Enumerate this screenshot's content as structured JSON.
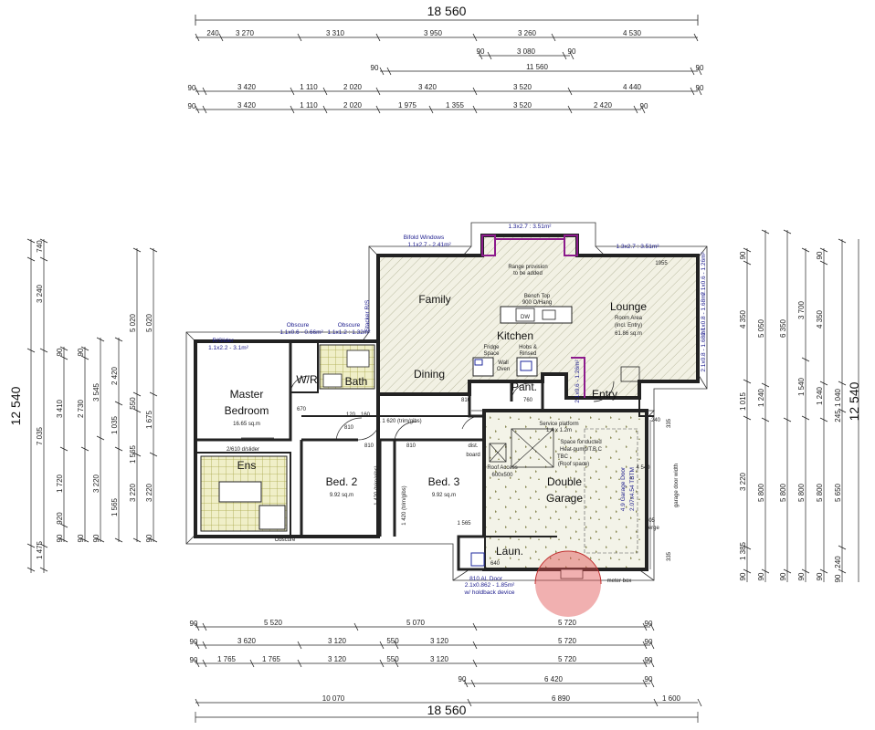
{
  "overall": {
    "width": "18 560",
    "depth": "12 540"
  },
  "top_rows": [
    [
      "240",
      "3 270",
      "3 310",
      "3 950",
      "3 260",
      "4 530"
    ],
    [
      "90",
      "3 080",
      "90"
    ],
    [
      "90",
      "11 560",
      "90"
    ],
    [
      "90",
      "3 420",
      "1 110",
      "2 020",
      "3 420",
      "3 520",
      "4 440",
      "90"
    ],
    [
      "90",
      "3 420",
      "1 110",
      "2 020",
      "1 975",
      "1 355",
      "3 520",
      "2 420",
      "90"
    ]
  ],
  "bottom_rows": [
    [
      "90",
      "5 520",
      "5 070",
      "5 720",
      "90"
    ],
    [
      "90",
      "3 620",
      "3 120",
      "550",
      "3 120",
      "5 720",
      "90"
    ],
    [
      "90",
      "1 765",
      "1 765",
      "3 120",
      "550",
      "3 120",
      "5 720",
      "90"
    ],
    [
      "90",
      "6 420",
      "90"
    ],
    [
      "10 070",
      "6 890",
      "1 600"
    ]
  ],
  "left_cols": [
    [
      "740",
      "3 240",
      "7 035",
      "1 475"
    ],
    [
      "90",
      "3 410",
      "1 720",
      "90"
    ],
    [
      "90",
      "2 730",
      "920",
      "90"
    ],
    [
      "3 545",
      "3 220",
      "90"
    ],
    [
      "2 420",
      "1 035",
      "1 565"
    ],
    [
      "5 020",
      "550",
      "1 565",
      "3 220"
    ],
    [
      "5 020",
      "1 675",
      "3 220",
      "90"
    ]
  ],
  "right_cols": [
    [
      "90",
      "4 350",
      "1 015",
      "3 220",
      "1 385",
      "90"
    ],
    [
      "5 050",
      "1 240",
      "5 800",
      "90"
    ],
    [
      "6 350",
      "5 800",
      "90"
    ],
    [
      "3 700",
      "1 540",
      "5 800",
      "90"
    ],
    [
      "90",
      "4 350",
      "1 240",
      "5 800",
      "90"
    ],
    [
      "1 040",
      "245",
      "5 650",
      "240",
      "90"
    ]
  ],
  "rooms": {
    "family": "Family",
    "lounge": "Lounge",
    "lounge_sub": "Room Area",
    "lounge_sub2": "(incl. Entry)",
    "lounge_area": "61.86 sq.m",
    "kitchen": "Kitchen",
    "dining": "Dining",
    "pant": "Pant.",
    "entry": "Entry",
    "master": "Master",
    "bedroom": "Bedroom",
    "master_area": "16.65 sq.m",
    "wr": "W/R",
    "bath": "Bath",
    "ens": "Ens",
    "bed2": "Bed. 2",
    "bed2_area": "9.92 sq.m",
    "bed3": "Bed. 3",
    "bed3_area": "9.92 sq.m",
    "double": "Double",
    "garage": "Garage",
    "laun": "Laun.",
    "dw": "DW"
  },
  "notes": {
    "bifold": "Bifold Windows",
    "bifold_size": "1.1x2.7 - 2.41m²",
    "win_top_mid": "1.3x2.7 : 3.51m²",
    "win_top_right": "1.3x2.7 : 3.51m²",
    "stacker": "Stacker R/S",
    "obscure1": "Obscure",
    "obscure1_size": "1.1x0.6 - 0.66m²",
    "obscure2": "Obscure",
    "obscure2_size": "1.1x1.2 : 1.32m²",
    "rslider": "R/Slider",
    "rslider_size": "1.1x2.2 - 3.1m²",
    "slider": "2/610 d/slider",
    "bottom_obscure": "Obscure",
    "hallway": "1 620 (trim/gibs)",
    "hall2": "1 420 (trim/gibs)",
    "hall3": "1 420 (trim/gibs)",
    "rangehood": "Range provision",
    "rangehood2": "to be added",
    "benchtop": "Bench Top",
    "benchtop2": "900 O/Hang",
    "fridge": "Fridge",
    "fridge2": "Space",
    "hobs": "Hobs &",
    "hobs2": "Rinsed",
    "oven": "Wall",
    "oven2": "Oven",
    "service": "Service platform",
    "service2": "1.4 x 1.2m",
    "heatpump": "Space for ducted",
    "heatpump2": "Heat-pump/T.B.C",
    "heatpump3": "TBC",
    "heatpump4": "(Roof space)",
    "roof_access": "Roof Access",
    "roof_access2": "600x500",
    "dist": "dist.",
    "dist2": "board",
    "garage_door": "4.9 Garage Door",
    "garage_door2": "2.07x4.54 TBTM",
    "garage_width": "garage door width",
    "door_al": "810 Al. Door",
    "door_size": "2.1x0.862 - 1.85m²",
    "holdback": "w/ holdback device",
    "meter": "meter box",
    "verge": "Verge",
    "right_win1": "2.1x0.6 - 1.26m²",
    "right_win2": "2.1x0.8 - 1.68m²",
    "right_win3": "2.1x0.8 - 1.68m²",
    "entry_win": "2.1x0.6 - 1.26m²",
    "d810a": "810",
    "d810b": "810",
    "d810c": "810",
    "d810d": "810",
    "d760": "760",
    "d670": "670",
    "d640": "640",
    "g4540": "4 540",
    "g240": "240",
    "g335": "335",
    "g335b": "335",
    "g605": "605",
    "l1565": "1 565",
    "d120": "120",
    "d160": "160",
    "kitchen_1955": "1955"
  },
  "colors": {
    "line": "#222222",
    "hatch": "#9a9a78",
    "garage_fill": "#f2f2e6",
    "tile": "#b5b55a",
    "magenta": "#8c1a8c",
    "blue": "#1f2a9c",
    "circle": "#e05050"
  }
}
